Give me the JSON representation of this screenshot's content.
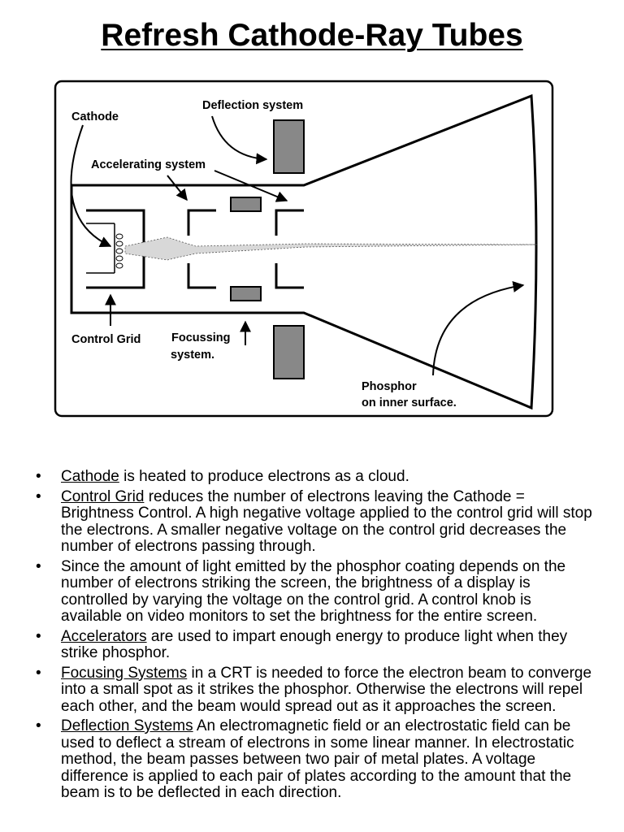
{
  "title": "Refresh Cathode-Ray Tubes",
  "diagram": {
    "labels": {
      "cathode": "Cathode",
      "deflection": "Deflection system",
      "accelerating": "Accelerating system",
      "control_grid": "Control Grid",
      "focussing_1": "Focussing",
      "focussing_2": "system.",
      "phosphor_1": "Phosphor",
      "phosphor_2": "on inner surface."
    }
  },
  "bullets": [
    {
      "term": "Cathode",
      "text": " is heated to produce electrons as a cloud."
    },
    {
      "term": "Control Grid",
      "text": " reduces the number of electrons leaving the Cathode = Brightness Control.  A high negative voltage applied to the control grid will stop the electrons.  A smaller negative voltage on the control grid decreases the number of electrons passing through."
    },
    {
      "term": "",
      "text": "Since the amount of light emitted by the phosphor coating depends on the number of electrons striking the screen, the brightness of a display is controlled by varying the voltage on the control grid.  A control knob is available on video monitors to set the brightness for the entire screen."
    },
    {
      "term": "Accelerators",
      "text": " are used to impart enough energy to produce light when they strike phosphor."
    },
    {
      "term": "Focusing Systems",
      "text": " in a CRT is needed to force the electron beam to converge into a small spot as it strikes the phosphor.  Otherwise the electrons will repel each other, and the beam would spread out as it approaches the screen."
    },
    {
      "term": "Deflection Systems",
      "text": " An electromagnetic field or an electrostatic field can be used to deflect a stream of electrons in some linear manner.  In electrostatic method, the beam passes between two pair of metal plates.  A voltage difference is applied to each pair of plates according to the amount that the beam is to be deflected in each direction."
    }
  ]
}
